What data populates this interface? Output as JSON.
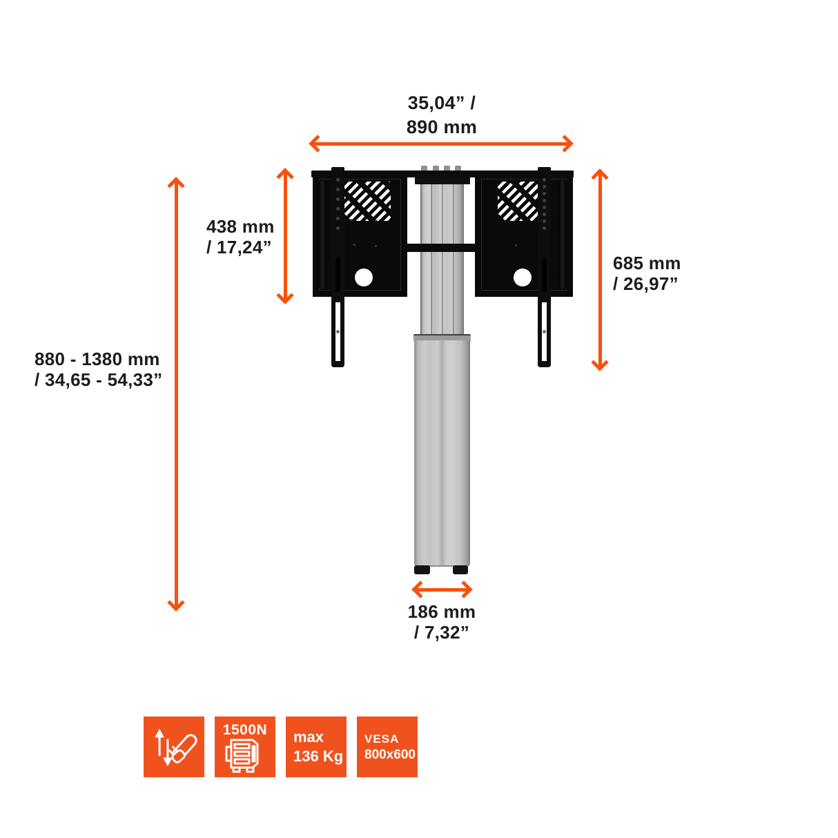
{
  "colors": {
    "arrow": "#f8510f",
    "badge": "#f0521e",
    "text": "#1c1c1c",
    "panel_black": "#0a0a0a",
    "column_gray": "#c6c6c6"
  },
  "dimensions": {
    "top_width": {
      "line1": "35,04” /",
      "line2": "890 mm"
    },
    "bracket_height": {
      "line1": "438 mm",
      "line2": "/ 17,24”"
    },
    "mount_height": {
      "line1": "685 mm",
      "line2": "/ 26,97”"
    },
    "total_height": {
      "line1": "880 - 1380 mm",
      "line2": "/ 34,65 - 54,33”"
    },
    "column_width": {
      "line1": "186 mm",
      "line2": "/ 7,32”"
    }
  },
  "badges": {
    "electric_adjustment": {
      "icon": "up-down-arrows-and-plug-icon"
    },
    "motor_force": {
      "label": "1500N",
      "icon": "motor-icon"
    },
    "max_weight": {
      "line1": "max",
      "line2": "136 Kg"
    },
    "vesa": {
      "line1": "VESA",
      "line2": "800x600"
    }
  }
}
